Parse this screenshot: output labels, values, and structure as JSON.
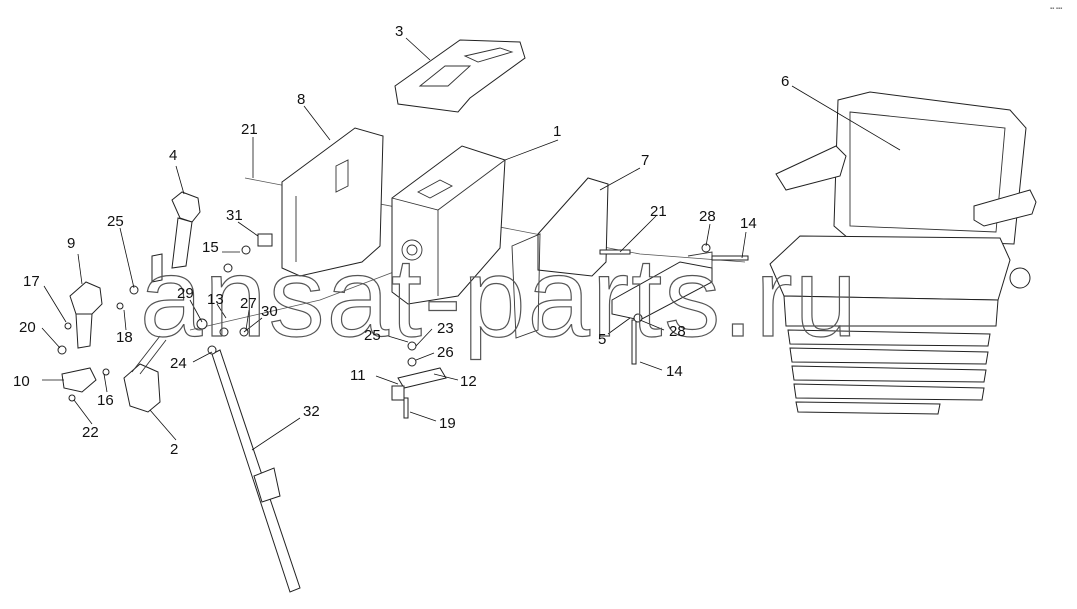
{
  "callouts": [
    "1",
    "2",
    "3",
    "4",
    "5",
    "6",
    "7",
    "8",
    "9",
    "10",
    "11",
    "12",
    "13",
    "14",
    "14",
    "15",
    "16",
    "17",
    "18",
    "19",
    "20",
    "21",
    "21",
    "22",
    "23",
    "24",
    "25",
    "25",
    "26",
    "27",
    "28",
    "28",
    "29",
    "30",
    "31",
    "32"
  ],
  "watermark": "ansat-parts.ru",
  "corner_mark": "▪▪ ▪▪▪"
}
